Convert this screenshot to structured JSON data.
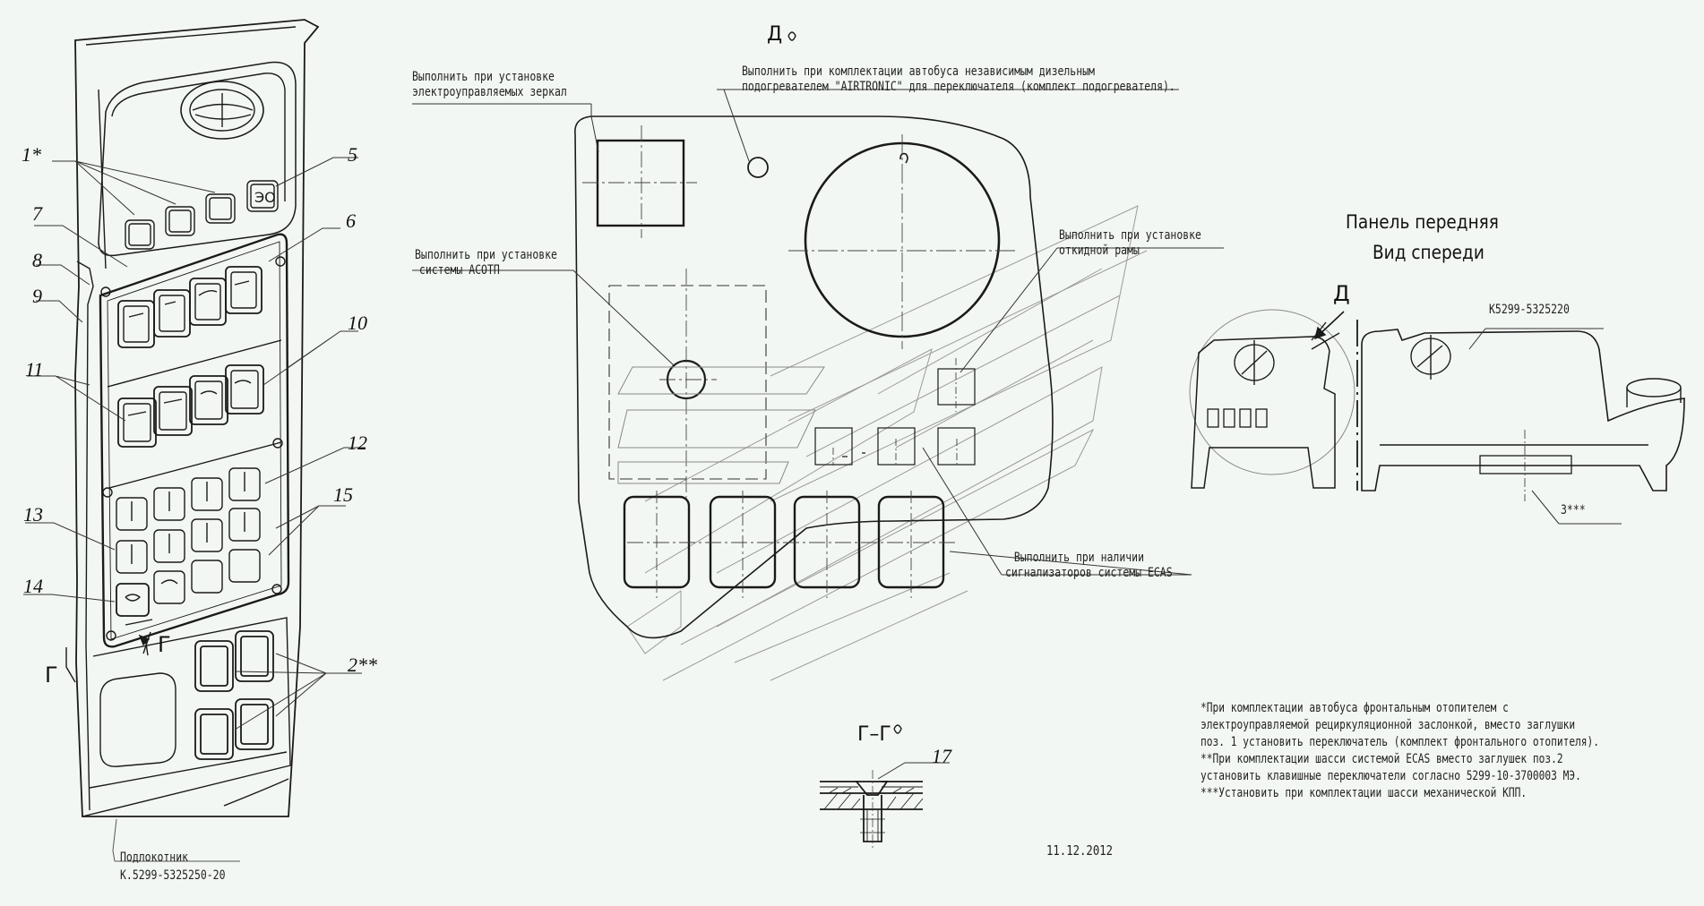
{
  "views": {
    "d": {
      "letter": "Д"
    },
    "g_section": {
      "letter": "Г–Г"
    },
    "d_callout": "Д",
    "g_mark_1": "Г",
    "g_mark_2": "Г"
  },
  "callouts": {
    "mirrors": [
      "Выполнить при установке",
      "электроуправляемых зеркал"
    ],
    "airtronic": [
      "Выполнить при комплектации автобуса независимым дизельным",
      "подогревателем \"AIRTRONIC\" для переключателя (комплект подогревателя)."
    ],
    "asotp": [
      "Выполнить при установке",
      "системы АСОТП"
    ],
    "frame": [
      "Выполнить при установке",
      "откидной рамы"
    ],
    "ecas": [
      "Выполнить при наличии",
      "сигнализаторов системы ECAS"
    ]
  },
  "panel_title": [
    "Панель передняя",
    "Вид спереди"
  ],
  "part_numbers": {
    "panel": "К5299-5325220",
    "armrest_label": "Подлокотник",
    "armrest_number": "К.5299-5325250-20",
    "pos3": "3***"
  },
  "positions": {
    "p1": "1*",
    "p5": "5",
    "p7": "7",
    "p6": "6",
    "p8": "8",
    "p9": "9",
    "p10": "10",
    "p11": "11",
    "p12": "12",
    "p13": "13",
    "p15": "15",
    "p14": "14",
    "p2": "2**",
    "p17": "17"
  },
  "notes": [
    "*При комплектации автобуса фронтальным отопителем с",
    "электроуправляемой рециркуляционной заслонкой, вместо заглушки",
    "поз. 1 установить переключатель (комплект фронтального отопителя).",
    "**При комплектации шасси системой ECAS вместо заглушек поз.2",
    "установить клавишные переключатели согласно 5299-10-3700003 МЭ.",
    "***Установить при комплектации шасси механической КПП."
  ],
  "date": "11.12.2012",
  "colors": {
    "line": "#1a1a1a",
    "thin": "#555555",
    "ghost": "#9a9a9a",
    "background": "#f3f7f3"
  }
}
